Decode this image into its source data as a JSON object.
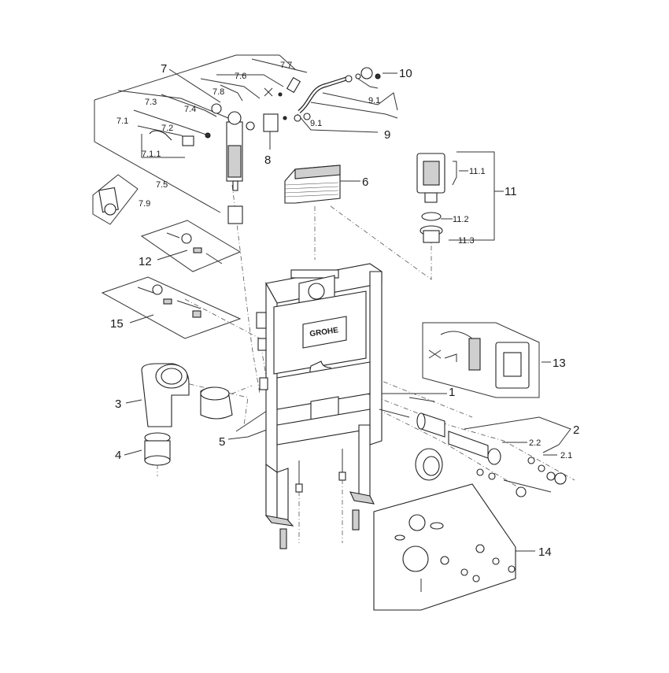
{
  "brand": "GROHE",
  "labels": {
    "l1": "1",
    "l2": "2",
    "l2_1": "2.1",
    "l2_2": "2.2",
    "l3": "3",
    "l4": "4",
    "l5": "5",
    "l6": "6",
    "l7": "7",
    "l7_1": "7.1",
    "l7_1_1": "7.1.1",
    "l7_2": "7.2",
    "l7_3": "7.3",
    "l7_4": "7.4",
    "l7_5": "7.5",
    "l7_6": "7.6",
    "l7_7": "7.7",
    "l7_8": "7.8",
    "l7_9": "7.9",
    "l8": "8",
    "l9": "9",
    "l9_1a": "9.1",
    "l9_1b": "9.1",
    "l10": "10",
    "l11": "11",
    "l11_1": "11.1",
    "l11_2": "11.2",
    "l11_3": "11.3",
    "l12": "12",
    "l13": "13",
    "l14": "14",
    "l15": "15"
  }
}
